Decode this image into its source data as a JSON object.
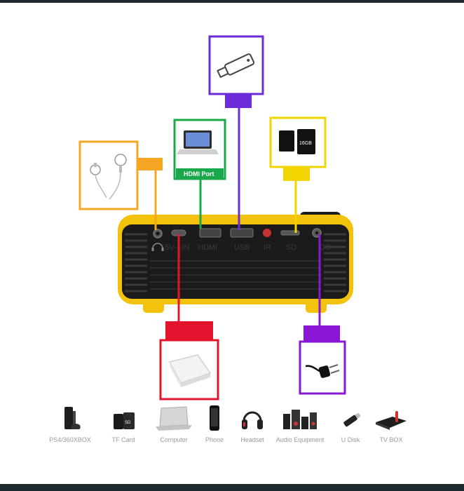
{
  "ports": {
    "audio": "",
    "power": "5V—IN",
    "hdmi": "HDMI",
    "usb": "USB",
    "ir": "IR",
    "sd": "SD",
    "dc": "DC"
  },
  "callouts": {
    "hdmi_tag": "HDMI Port",
    "sd_card_text": "16GB"
  },
  "colors": {
    "orange": "#f6a623",
    "green": "#19a84a",
    "purple": "#6b2bd9",
    "yellow": "#f2d400",
    "red": "#e3142b",
    "violet": "#8a16d6",
    "projector_yellow": "#f3c20d",
    "projector_body": "#1b1b1b"
  },
  "compatible_devices": [
    {
      "label": "PS4/360XBOX",
      "icon": "game-console-icon"
    },
    {
      "label": "TF Card",
      "icon": "tf-card-icon"
    },
    {
      "label": "Computer",
      "icon": "laptop-icon"
    },
    {
      "label": "Phone",
      "icon": "phone-icon"
    },
    {
      "label": "Headset",
      "icon": "headset-icon"
    },
    {
      "label": "Audio Equipment",
      "icon": "speaker-icon"
    },
    {
      "label": "U Disk",
      "icon": "usb-drive-icon"
    },
    {
      "label": "TV BOX",
      "icon": "tv-box-icon"
    }
  ]
}
